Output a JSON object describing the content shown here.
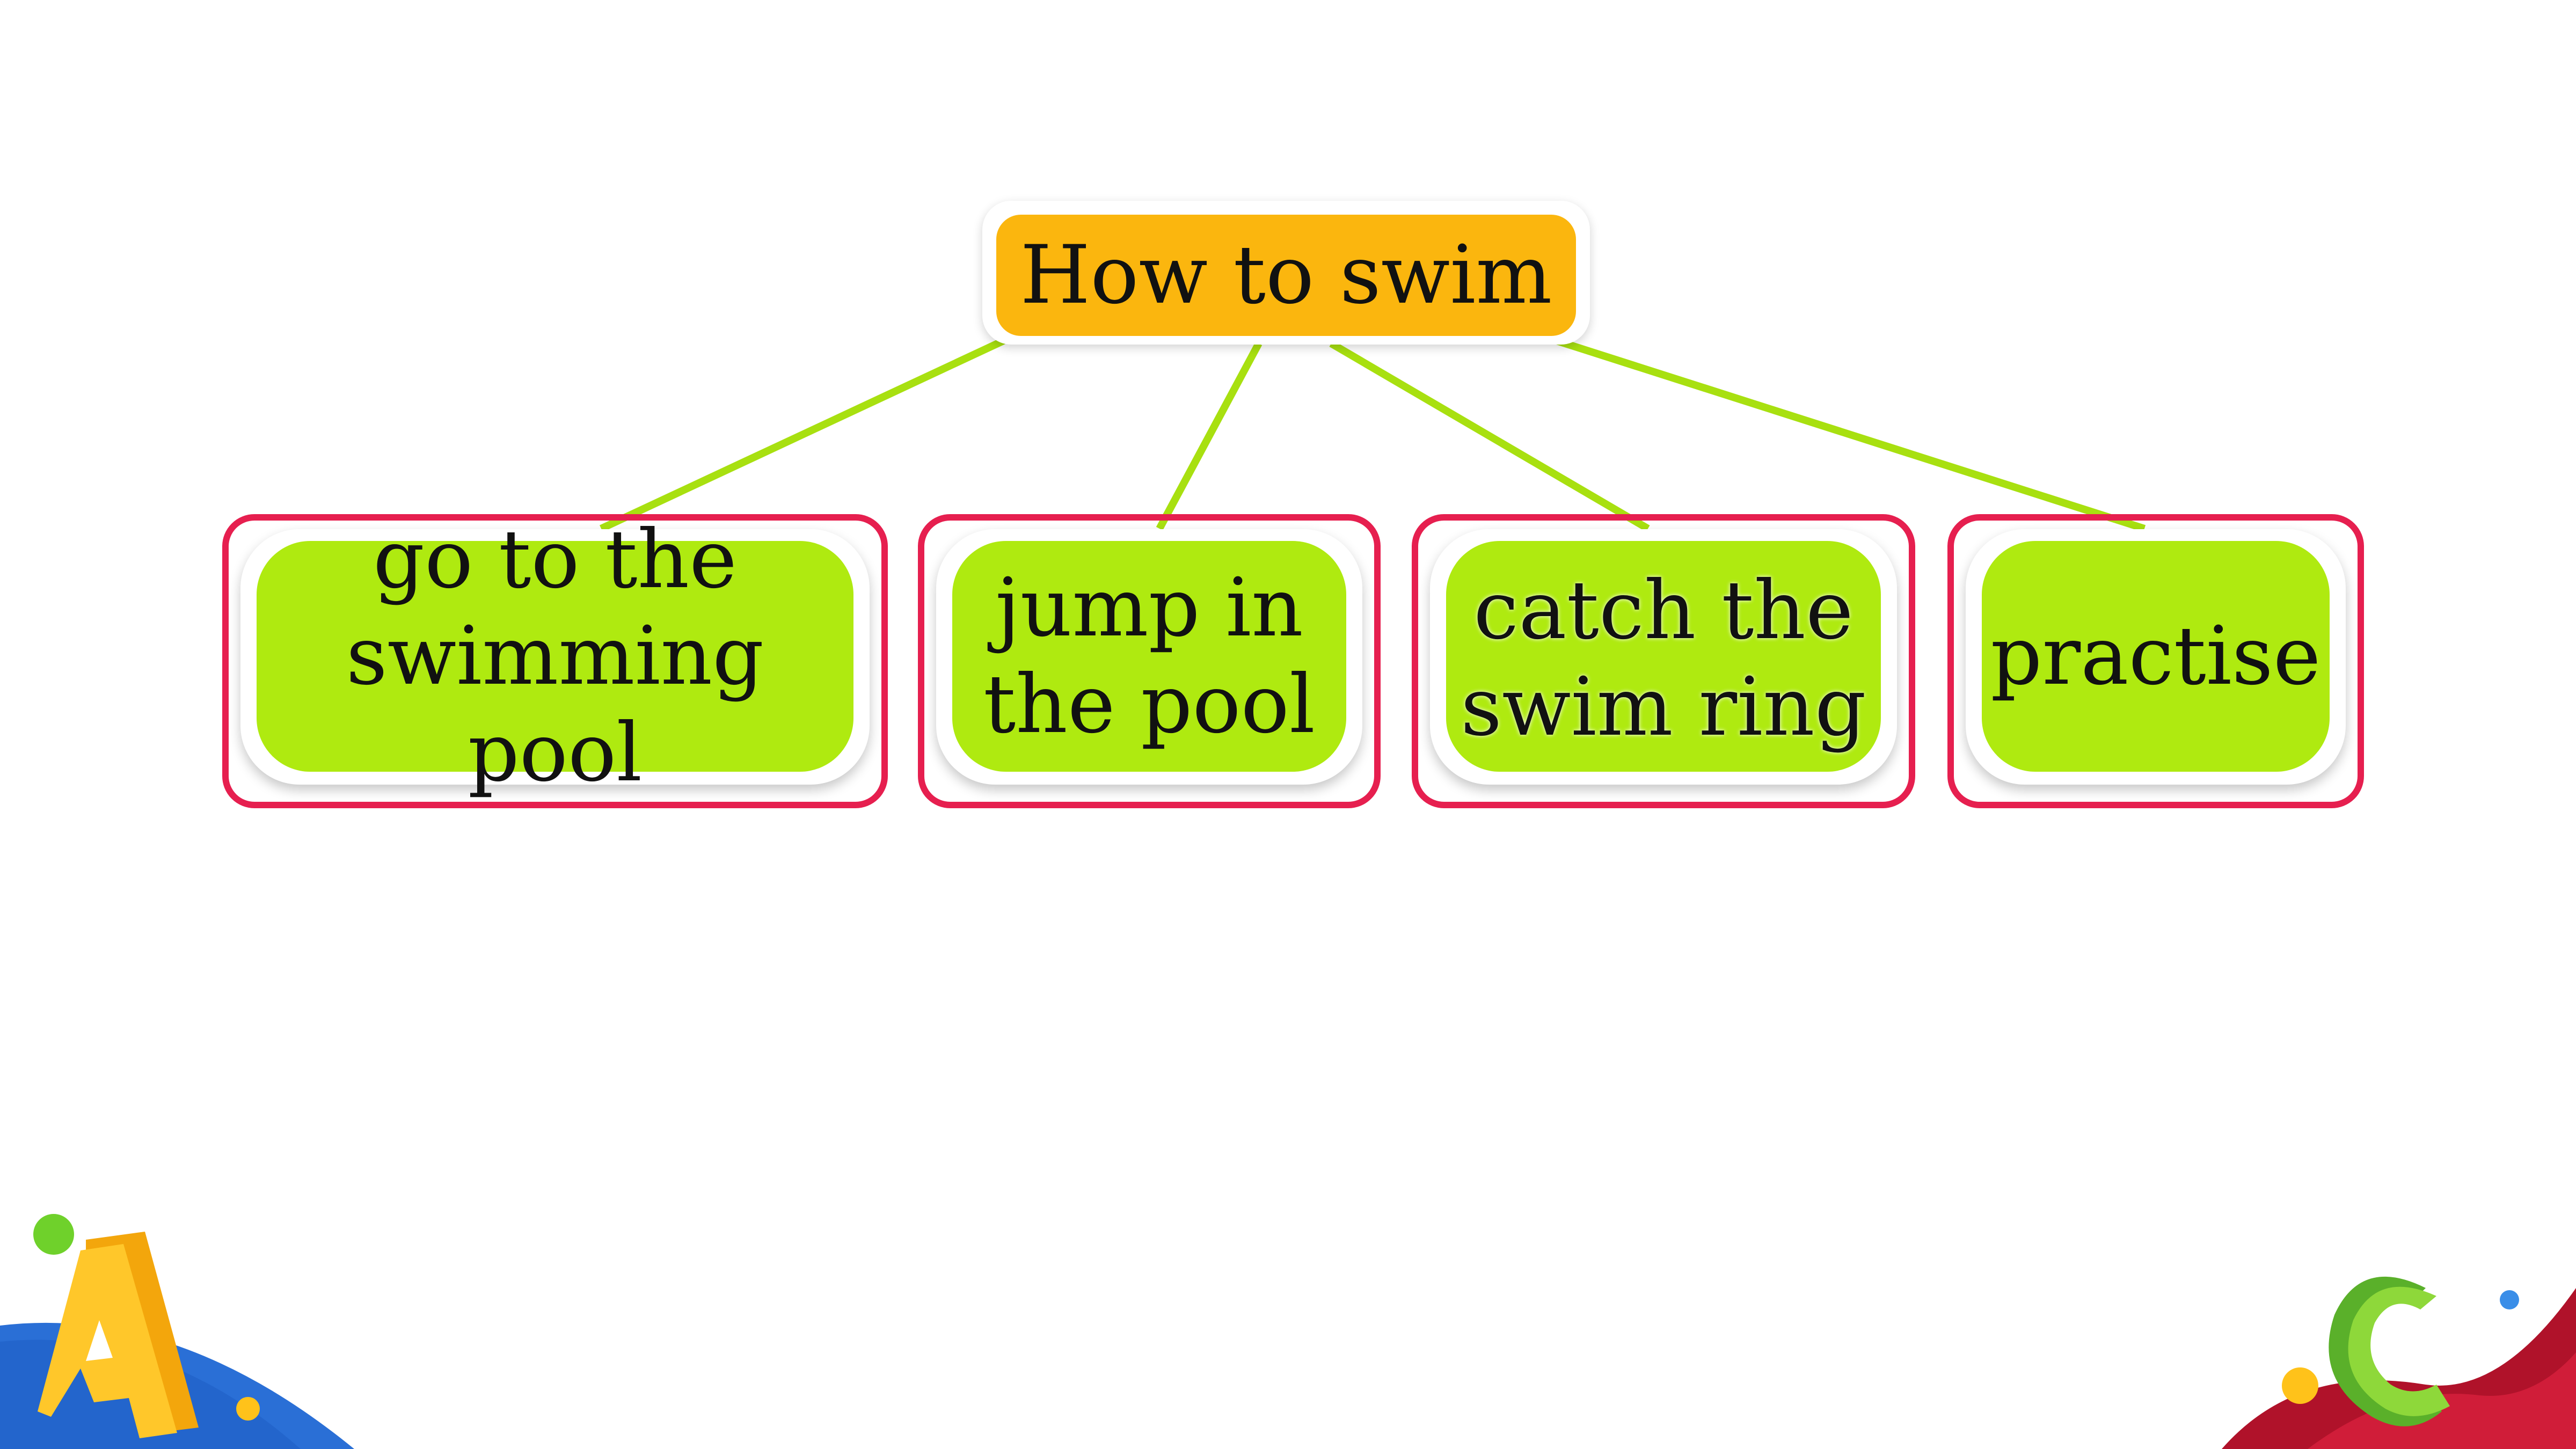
{
  "diagram": {
    "root": {
      "label": "How to swim",
      "color": "#fbb60e"
    },
    "children": [
      {
        "label": "go to the swimming pool"
      },
      {
        "label": "jump in the pool"
      },
      {
        "label": "catch the swim ring"
      },
      {
        "label": "practise"
      }
    ],
    "colors": {
      "child_fill": "#afea10",
      "frame": "#e61f4f",
      "connector": "#a8e010"
    }
  },
  "decorations": {
    "left_letter": "A",
    "right_letter": "C"
  }
}
